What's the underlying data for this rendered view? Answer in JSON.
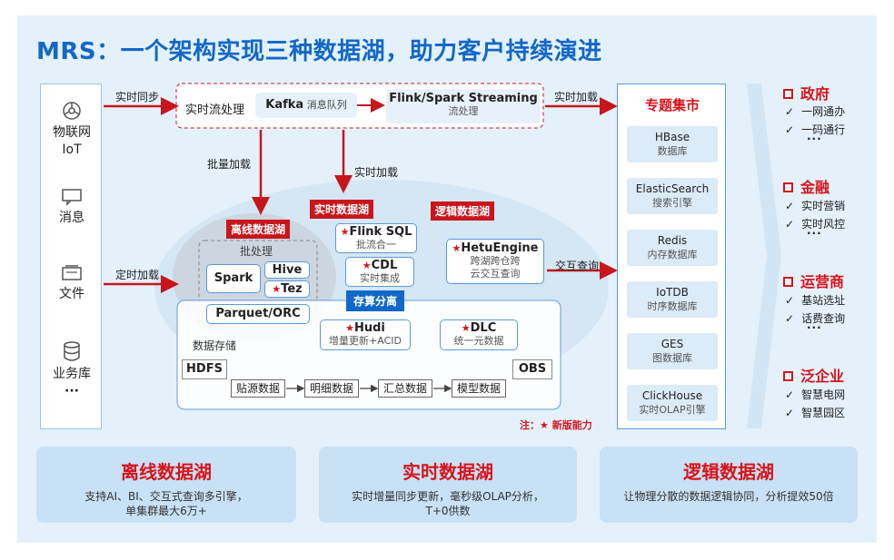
{
  "title": "MRS：一个架构实现三种数据湖，助力客户持续演进",
  "sources": [
    "物联网",
    "IoT",
    "消息",
    "文件",
    "业务库",
    "···"
  ],
  "arrows": {
    "realtime_sync": "实时同步",
    "scheduled_load": "定时加载",
    "batch_load": "批量加载",
    "realtime_load_mid": "实时加载",
    "realtime_load_right": "实时加载",
    "interactive_query": "交互查询"
  },
  "stream": {
    "label": "实时流处理",
    "kafka_main": "Kafka",
    "kafka_sub": "消息队列",
    "flink_main": "Flink/Spark Streaming",
    "flink_sub": "流处理"
  },
  "tags": {
    "offline_lake": "离线数据湖",
    "realtime_lake": "实时数据湖",
    "logical_lake": "逻辑数据湖",
    "storage_compute": "存算分离"
  },
  "batch": {
    "label": "批处理",
    "spark": "Spark",
    "hive": "Hive",
    "tez": "Tez",
    "parquet": "Parquet/ORC"
  },
  "realtime_components": {
    "flinksql_main": "Flink SQL",
    "flinksql_sub": "批流合一",
    "cdl_main": "CDL",
    "cdl_sub": "实时集成"
  },
  "logical_components": {
    "hetu_main": "HetuEngine",
    "hetu_sub1": "跨湖跨仓跨",
    "hetu_sub2": "云交互查询"
  },
  "storage": {
    "label": "数据存储",
    "hudi_main": "Hudi",
    "hudi_sub": "增量更新+ACID",
    "dlc_main": "DLC",
    "dlc_sub": "统一元数据",
    "hdfs": "HDFS",
    "obs": "OBS",
    "flow": [
      "贴源数据",
      "明细数据",
      "汇总数据",
      "模型数据"
    ]
  },
  "note": "注：★ 新版能力",
  "market": {
    "title": "专题集市",
    "items": [
      {
        "name": "HBase",
        "sub": "数据库"
      },
      {
        "name": "ElasticSearch",
        "sub": "搜索引擎"
      },
      {
        "name": "Redis",
        "sub": "内存数据库"
      },
      {
        "name": "IoTDB",
        "sub": "时序数据库"
      },
      {
        "name": "GES",
        "sub": "图数据库"
      },
      {
        "name": "ClickHouse",
        "sub": "实时OLAP引擎"
      }
    ]
  },
  "industries": [
    {
      "name": "政府",
      "items": [
        "一网通办",
        "一码通行"
      ]
    },
    {
      "name": "金融",
      "items": [
        "实时营销",
        "实时风控"
      ]
    },
    {
      "name": "运营商",
      "items": [
        "基站选址",
        "话费查询"
      ]
    },
    {
      "name": "泛企业",
      "items": [
        "智慧电网",
        "智慧园区"
      ]
    }
  ],
  "ellipsis": "···",
  "bottom": [
    {
      "title": "离线数据湖",
      "lines": [
        "支持AI、BI、交互式查询多引擎，",
        "单集群最大6万+"
      ]
    },
    {
      "title": "实时数据湖",
      "lines": [
        "实时增量同步更新，毫秒级OLAP分析，",
        "T+0供数"
      ]
    },
    {
      "title": "逻辑数据湖",
      "lines": [
        "让物理分散的数据逻辑协同，分析提效50倍"
      ]
    }
  ],
  "colors": {
    "brand_blue": "#1268c8",
    "accent_red": "#d6141b",
    "panel_bg": "#e4f1fb",
    "card_bg": "#c8e1f4"
  }
}
